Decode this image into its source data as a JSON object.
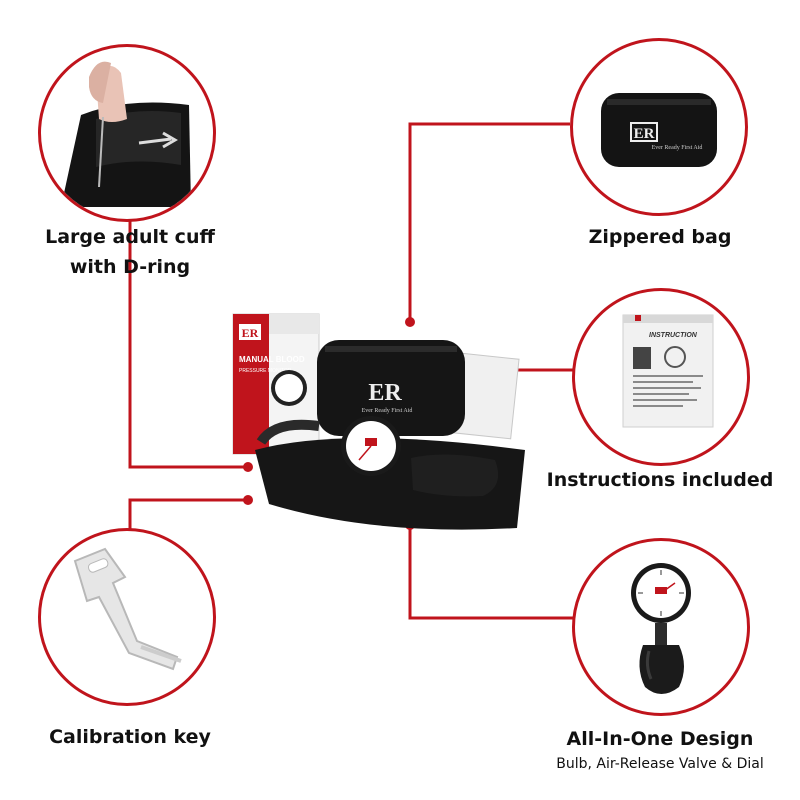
{
  "features": [
    {
      "id": "cuff",
      "line1": "Large adult cuff",
      "line2": "with D-ring"
    },
    {
      "id": "bag",
      "line1": "Zippered bag"
    },
    {
      "id": "instructions",
      "line1": "Instructions included"
    },
    {
      "id": "calibration",
      "line1": "Calibration key"
    },
    {
      "id": "design",
      "line1": "All-In-One Design",
      "sub": "Bulb, Air-Release Valve & Dial"
    }
  ],
  "product": {
    "brand_mark": "ER",
    "brand_name": "Ever Ready First Aid",
    "box_title_1": "MANUAL BLOOD",
    "box_title_2": "PRESSURE MONITOR",
    "instruction_heading": "INSTRUCTION"
  },
  "colors": {
    "accent": "#c0141c",
    "text": "#111111"
  }
}
